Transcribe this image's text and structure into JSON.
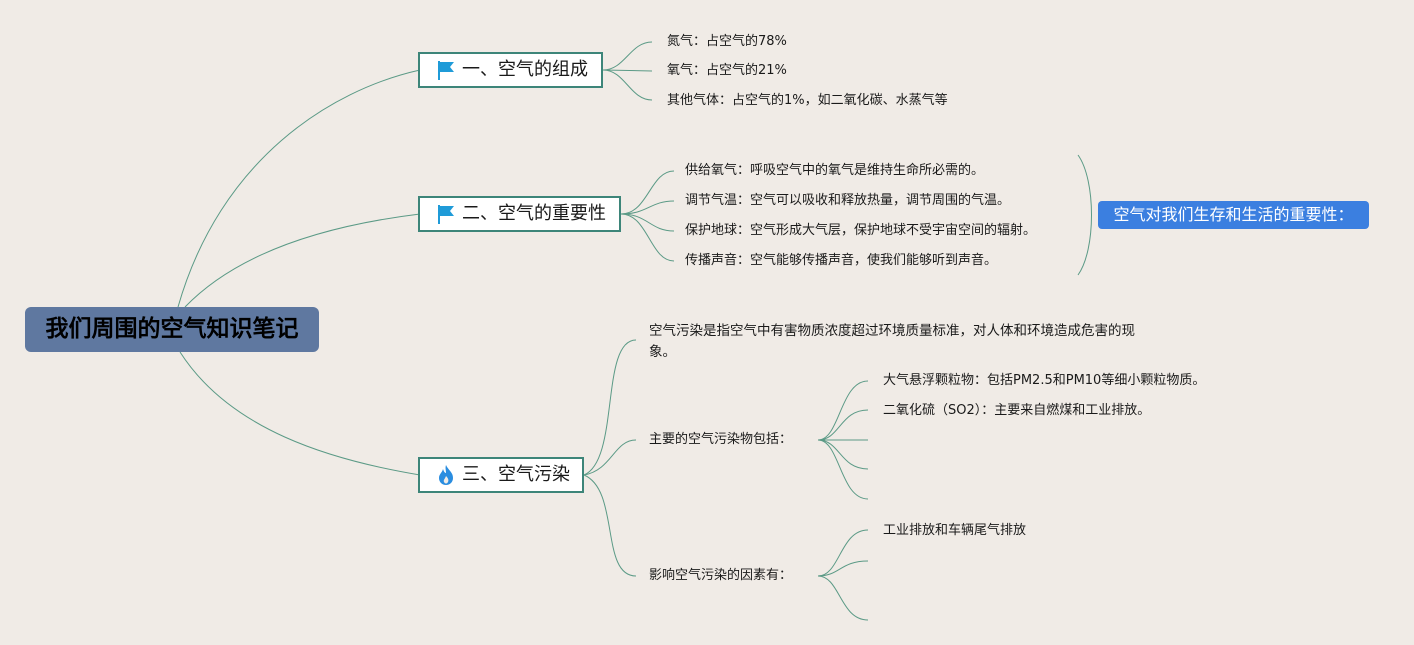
{
  "root": {
    "title": "我们周围的空气知识笔记"
  },
  "branches": [
    {
      "label": "一、空气的组成",
      "icon": "flag-icon",
      "items": [
        "氮气：占空气的78%",
        "氧气：占空气的21%",
        "其他气体：占空气的1%，如二氧化碳、水蒸气等"
      ]
    },
    {
      "label": "二、空气的重要性",
      "icon": "flag-icon",
      "items": [
        "供给氧气：呼吸空气中的氧气是维持生命所必需的。",
        "调节气温：空气可以吸收和释放热量，调节周围的气温。",
        "保护地球：空气形成大气层，保护地球不受宇宙空间的辐射。",
        "传播声音：空气能够传播声音，使我们能够听到声音。"
      ],
      "summary": "空气对我们生存和生活的重要性："
    },
    {
      "label": "三、空气污染",
      "icon": "fire-icon",
      "definition": "空气污染是指空气中有害物质浓度超过环境质量标准，对人体和环境造成危害的现象。",
      "pollutants": {
        "label": "主要的空气污染物包括：",
        "items": [
          "大气悬浮颗粒物：包括PM2.5和PM10等细小颗粒物质。",
          "二氧化硫（SO2）：主要来自燃煤和工业排放。",
          "",
          ""
        ]
      },
      "factors": {
        "label": "影响空气污染的因素有：",
        "items": [
          "工业排放和车辆尾气排放",
          "",
          ""
        ]
      }
    }
  ],
  "colors": {
    "line": "#4f8f7a",
    "root_bg": "#5f78a0",
    "branch_border": "#3d8579",
    "callout": "#3b7fe0",
    "flag": "#1f9bd8",
    "fire": "#2a8de0"
  }
}
